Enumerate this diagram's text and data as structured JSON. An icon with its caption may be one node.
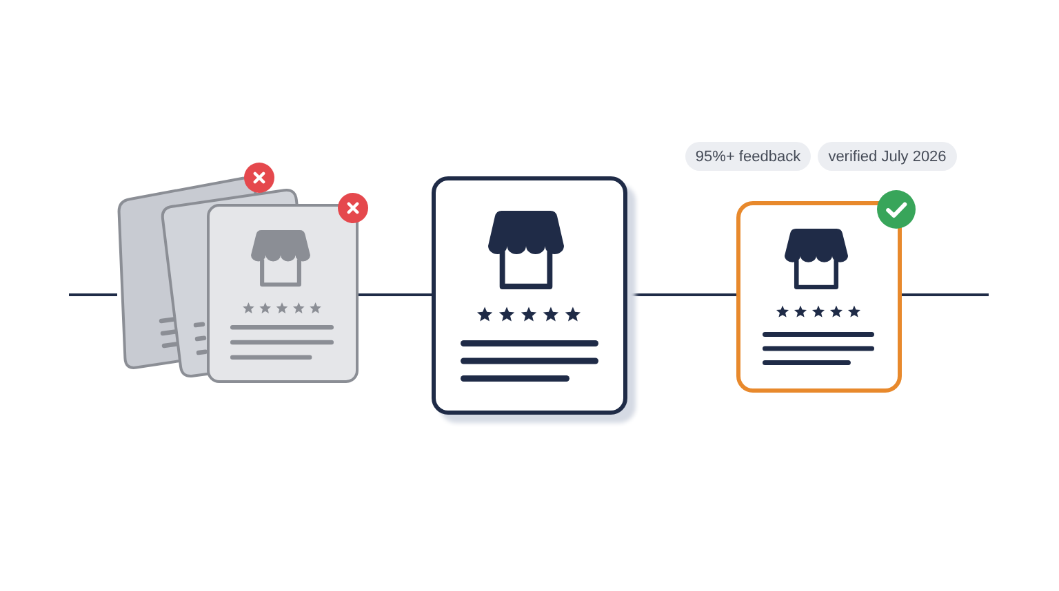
{
  "diagram": {
    "nodes": [
      {
        "text": [],
        "shape": "box"
      },
      {
        "text": [],
        "shape": "box"
      },
      {
        "text": [],
        "shape": "box"
      },
      {
        "text": [
          "95%+ feedback"
        ]
      },
      {
        "text": [
          "verified July 2026"
        ]
      }
    ],
    "edges": [
      {
        "from": null,
        "to": 0,
        "arrow": "none"
      },
      {
        "from": 0,
        "to": 1,
        "arrow": "none"
      },
      {
        "from": 1,
        "to": 2,
        "arrow": "none"
      },
      {
        "from": 2,
        "to": null,
        "arrow": "none"
      }
    ]
  }
}
